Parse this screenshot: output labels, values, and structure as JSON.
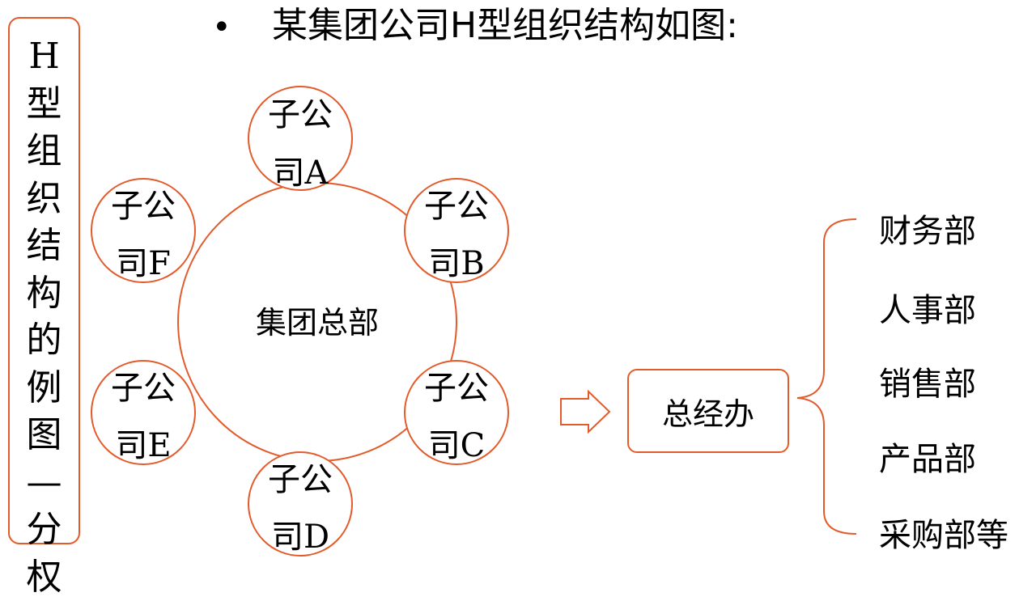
{
  "colors": {
    "accent": "#e35b2b",
    "text": "#000000",
    "background": "#ffffff"
  },
  "side_label": [
    "H",
    "型",
    "组",
    "织",
    "结",
    "构",
    "的",
    "例",
    "图",
    "—",
    "分",
    "权"
  ],
  "bullet": "•",
  "title": "某集团公司H型组织结构如图:",
  "center_label": "集团总部",
  "subsidiaries": [
    {
      "line1": "子公",
      "line2": "司A"
    },
    {
      "line1": "子公",
      "line2": "司B"
    },
    {
      "line1": "子公",
      "line2": "司C"
    },
    {
      "line1": "子公",
      "line2": "司D"
    },
    {
      "line1": "子公",
      "line2": "司E"
    },
    {
      "line1": "子公",
      "line2": "司F"
    }
  ],
  "arrow_icon": "hollow-right-arrow-icon",
  "general_manager": "总经办",
  "departments": [
    "财务部",
    "人事部",
    "销售部",
    "产品部",
    "采购部等"
  ]
}
